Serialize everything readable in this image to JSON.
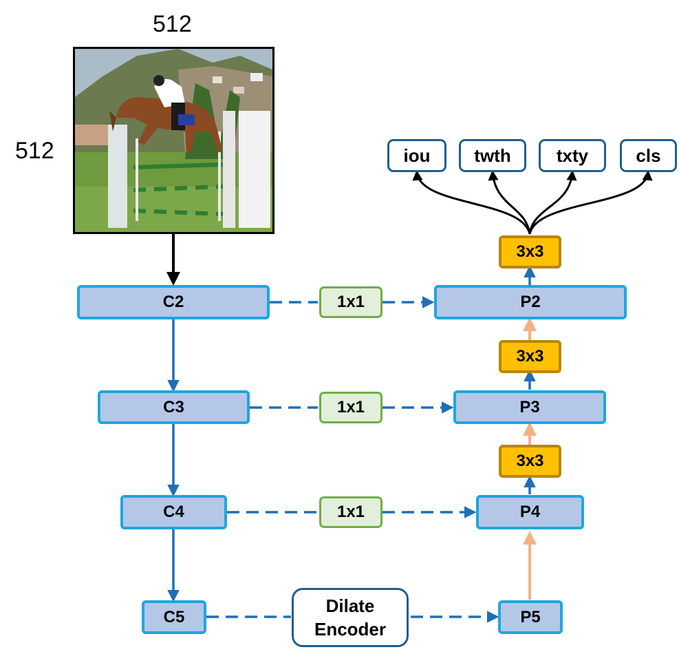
{
  "input": {
    "width_label": "512",
    "height_label": "512"
  },
  "backbone": {
    "c2": "C2",
    "c3": "C3",
    "c4": "C4",
    "c5": "C5"
  },
  "lateral": {
    "l2": "1x1",
    "l3": "1x1",
    "l4": "1x1"
  },
  "dilate_encoder": {
    "line1": "Dilate",
    "line2": "Encoder"
  },
  "pyramid": {
    "p2": "P2",
    "p3": "P3",
    "p4": "P4",
    "p5": "P5"
  },
  "convs": {
    "head": "3x3",
    "p3_to_p2": "3x3",
    "p4_to_p3": "3x3"
  },
  "heads": {
    "iou": "iou",
    "twth": "twth",
    "txty": "txty",
    "cls": "cls"
  },
  "colors": {
    "backbone_fill": "#b4c7e7",
    "backbone_border": "#1ea6e0",
    "lateral_fill": "#e2efda",
    "lateral_border": "#70ad47",
    "conv_fill": "#ffc000",
    "conv_border": "#b8860b",
    "flow_arrow": "#1f6fb5",
    "upsample_arrow": "#f4b183",
    "head_arrow": "#000000"
  }
}
